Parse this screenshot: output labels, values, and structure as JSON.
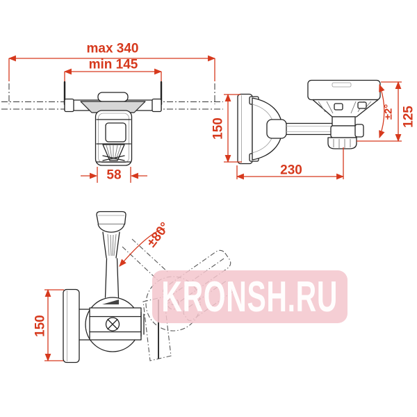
{
  "drawing": {
    "front_view": {
      "max_width": "max 340",
      "min_width": "min 145",
      "bracket_width": "58"
    },
    "side_view": {
      "height": "150",
      "depth": "230",
      "head_height": "125",
      "tilt_angle": "±2°"
    },
    "top_view": {
      "height": "150",
      "swivel_angle": "±80°"
    }
  },
  "watermark": {
    "text": "KRONSH.RU"
  },
  "colors": {
    "dimension": "#d6391d",
    "line": "#222222",
    "watermark_bg": "#f3c6cd",
    "watermark_text": "#ffffff"
  }
}
